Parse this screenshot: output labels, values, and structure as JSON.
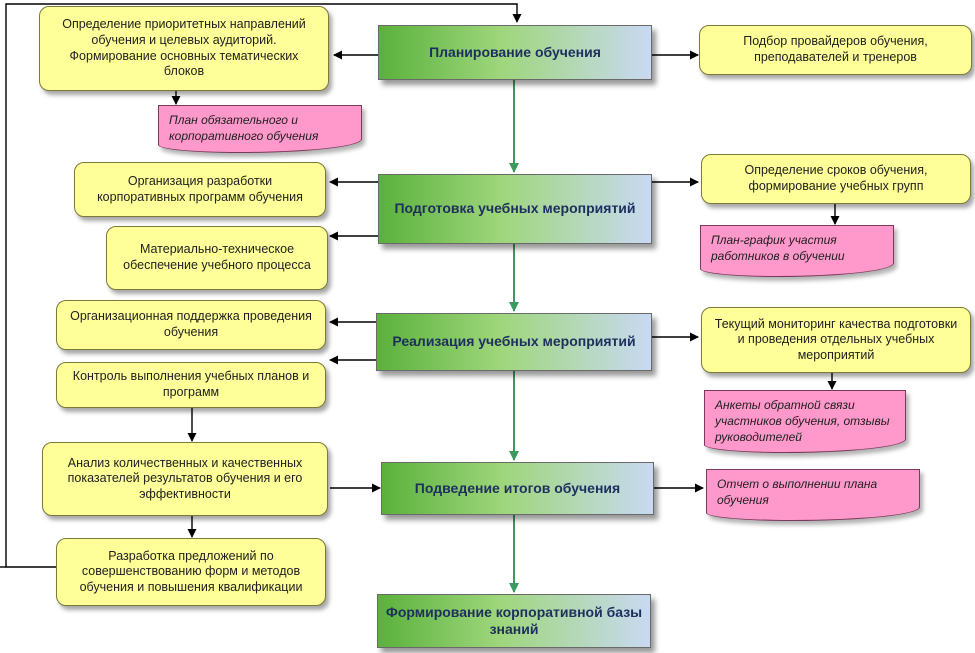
{
  "stages": {
    "planning": "Планирование обучения",
    "preparation": "Подготовка учебных мероприятий",
    "implementation": "Реализация учебных мероприятий",
    "summary": "Подведение итогов обучения",
    "knowledge_base": "Формирование корпоративной базы знаний"
  },
  "tasks": {
    "priorities": "Определение  приоритетных направлений обучения и целевых аудиторий. Формирование основных тематических блоков",
    "providers": "Подбор провайдеров обучения, преподавателей  и тренеров",
    "programs": "Организация разработки корпоративных программ обучения",
    "material": "Материально-техническое обеспечение учебного процесса",
    "schedule": "Определение  сроков обучения, формирование  учебных групп",
    "org_support": "Организационная поддержка проведения обучения",
    "control": "Контроль выполнения учебных планов и программ",
    "monitoring": "Текущий мониторинг качества подготовки и проведения отдельных учебных мероприятий",
    "analysis": "Анализ количественных и качественных показателей результатов обучения и его эффективности",
    "proposals": "Разработка предложений по совершенствованию форм и методов обучения и повышения квалификации"
  },
  "documents": {
    "plan": "План обязательного и корпоративного  обучения",
    "participation": "План-график участия работников в обучении",
    "feedback": "Анкеты обратной связи участников обучения, отзывы руководителей",
    "report": "Отчет о выполнении плана обучения"
  },
  "colors": {
    "task_fill": "#ffff99",
    "document_fill": "#ff99cc",
    "stage_gradient_start": "#5bb13c",
    "stage_gradient_end": "#c9d9f2",
    "stage_text": "#1d2f5e",
    "flow_arrow": "#3c9a5f"
  }
}
